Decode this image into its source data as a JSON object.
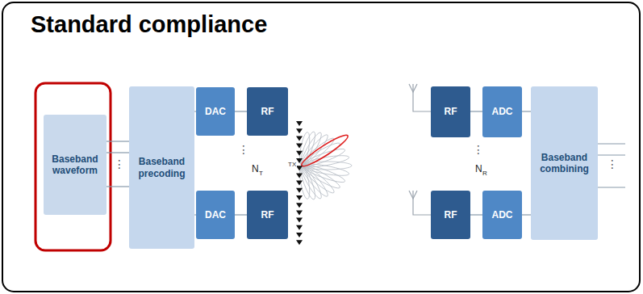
{
  "diagram": {
    "title": "Standard compliance",
    "nodes": [
      {
        "text": [
          "Baseband waveform"
        ]
      },
      {
        "text": [
          "Baseband precoding"
        ]
      },
      {
        "text": [
          "DAC"
        ]
      },
      {
        "text": [
          "DAC"
        ]
      },
      {
        "text": [
          "RF"
        ]
      },
      {
        "text": [
          "RF"
        ]
      },
      {
        "text": [
          "RF"
        ]
      },
      {
        "text": [
          "RF"
        ]
      },
      {
        "text": [
          "ADC"
        ]
      },
      {
        "text": [
          "ADC"
        ]
      },
      {
        "text": [
          "Baseband combining"
        ]
      }
    ],
    "edges": [
      {
        "from": 0,
        "to": 1,
        "arrow": "none"
      },
      {
        "from": 0,
        "to": 1,
        "arrow": "none"
      },
      {
        "from": 0,
        "to": 1,
        "arrow": "none"
      },
      {
        "from": 1,
        "to": 2,
        "arrow": "none"
      },
      {
        "from": 1,
        "to": 3,
        "arrow": "none"
      },
      {
        "from": 2,
        "to": 4,
        "arrow": "none"
      },
      {
        "from": 3,
        "to": 5,
        "arrow": "none"
      },
      {
        "from": 6,
        "to": 8,
        "arrow": "none"
      },
      {
        "from": 7,
        "to": 9,
        "arrow": "none"
      },
      {
        "from": 8,
        "to": 10,
        "arrow": "none"
      },
      {
        "from": 9,
        "to": 10,
        "arrow": "none"
      }
    ],
    "labels": [
      "⋮",
      "⋮",
      "N",
      "T",
      "TX",
      "⋮",
      "N",
      "R",
      "⋮"
    ]
  }
}
